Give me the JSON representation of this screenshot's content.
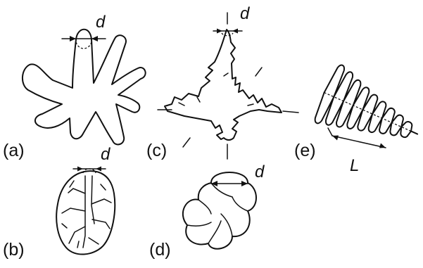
{
  "panels": {
    "a": {
      "label": "(a)",
      "dimension": "d"
    },
    "b": {
      "label": "(b)",
      "dimension": "d"
    },
    "c": {
      "label": "(c)",
      "dimension": "d"
    },
    "d": {
      "label": "(d)",
      "dimension": "d"
    },
    "e": {
      "label": "(e)",
      "dimension": "L"
    }
  }
}
